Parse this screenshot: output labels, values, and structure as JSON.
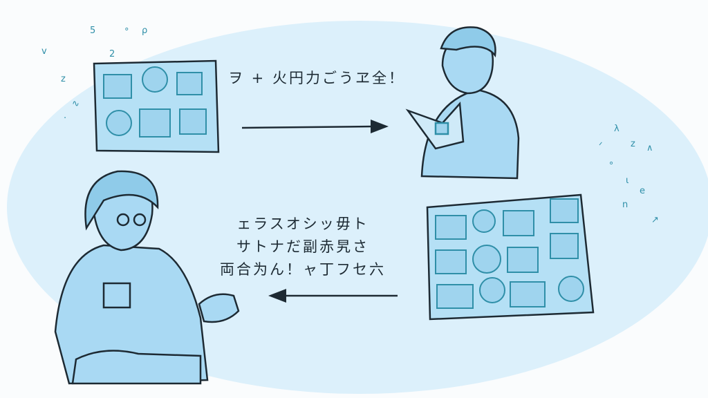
{
  "captions": {
    "top": "ヲ + 火円力ごうヱ全！",
    "bottom": [
      "ェラスオシッ毋ト",
      "サトナだ副赤旯さ",
      "両合为ん！ャ丁フセ六"
    ]
  },
  "colors": {
    "background_blob": "#dcf0fb",
    "figure_fill": "#a9d9f3",
    "ink": "#1d2a33",
    "tile_ink": "#2f8fa8"
  }
}
